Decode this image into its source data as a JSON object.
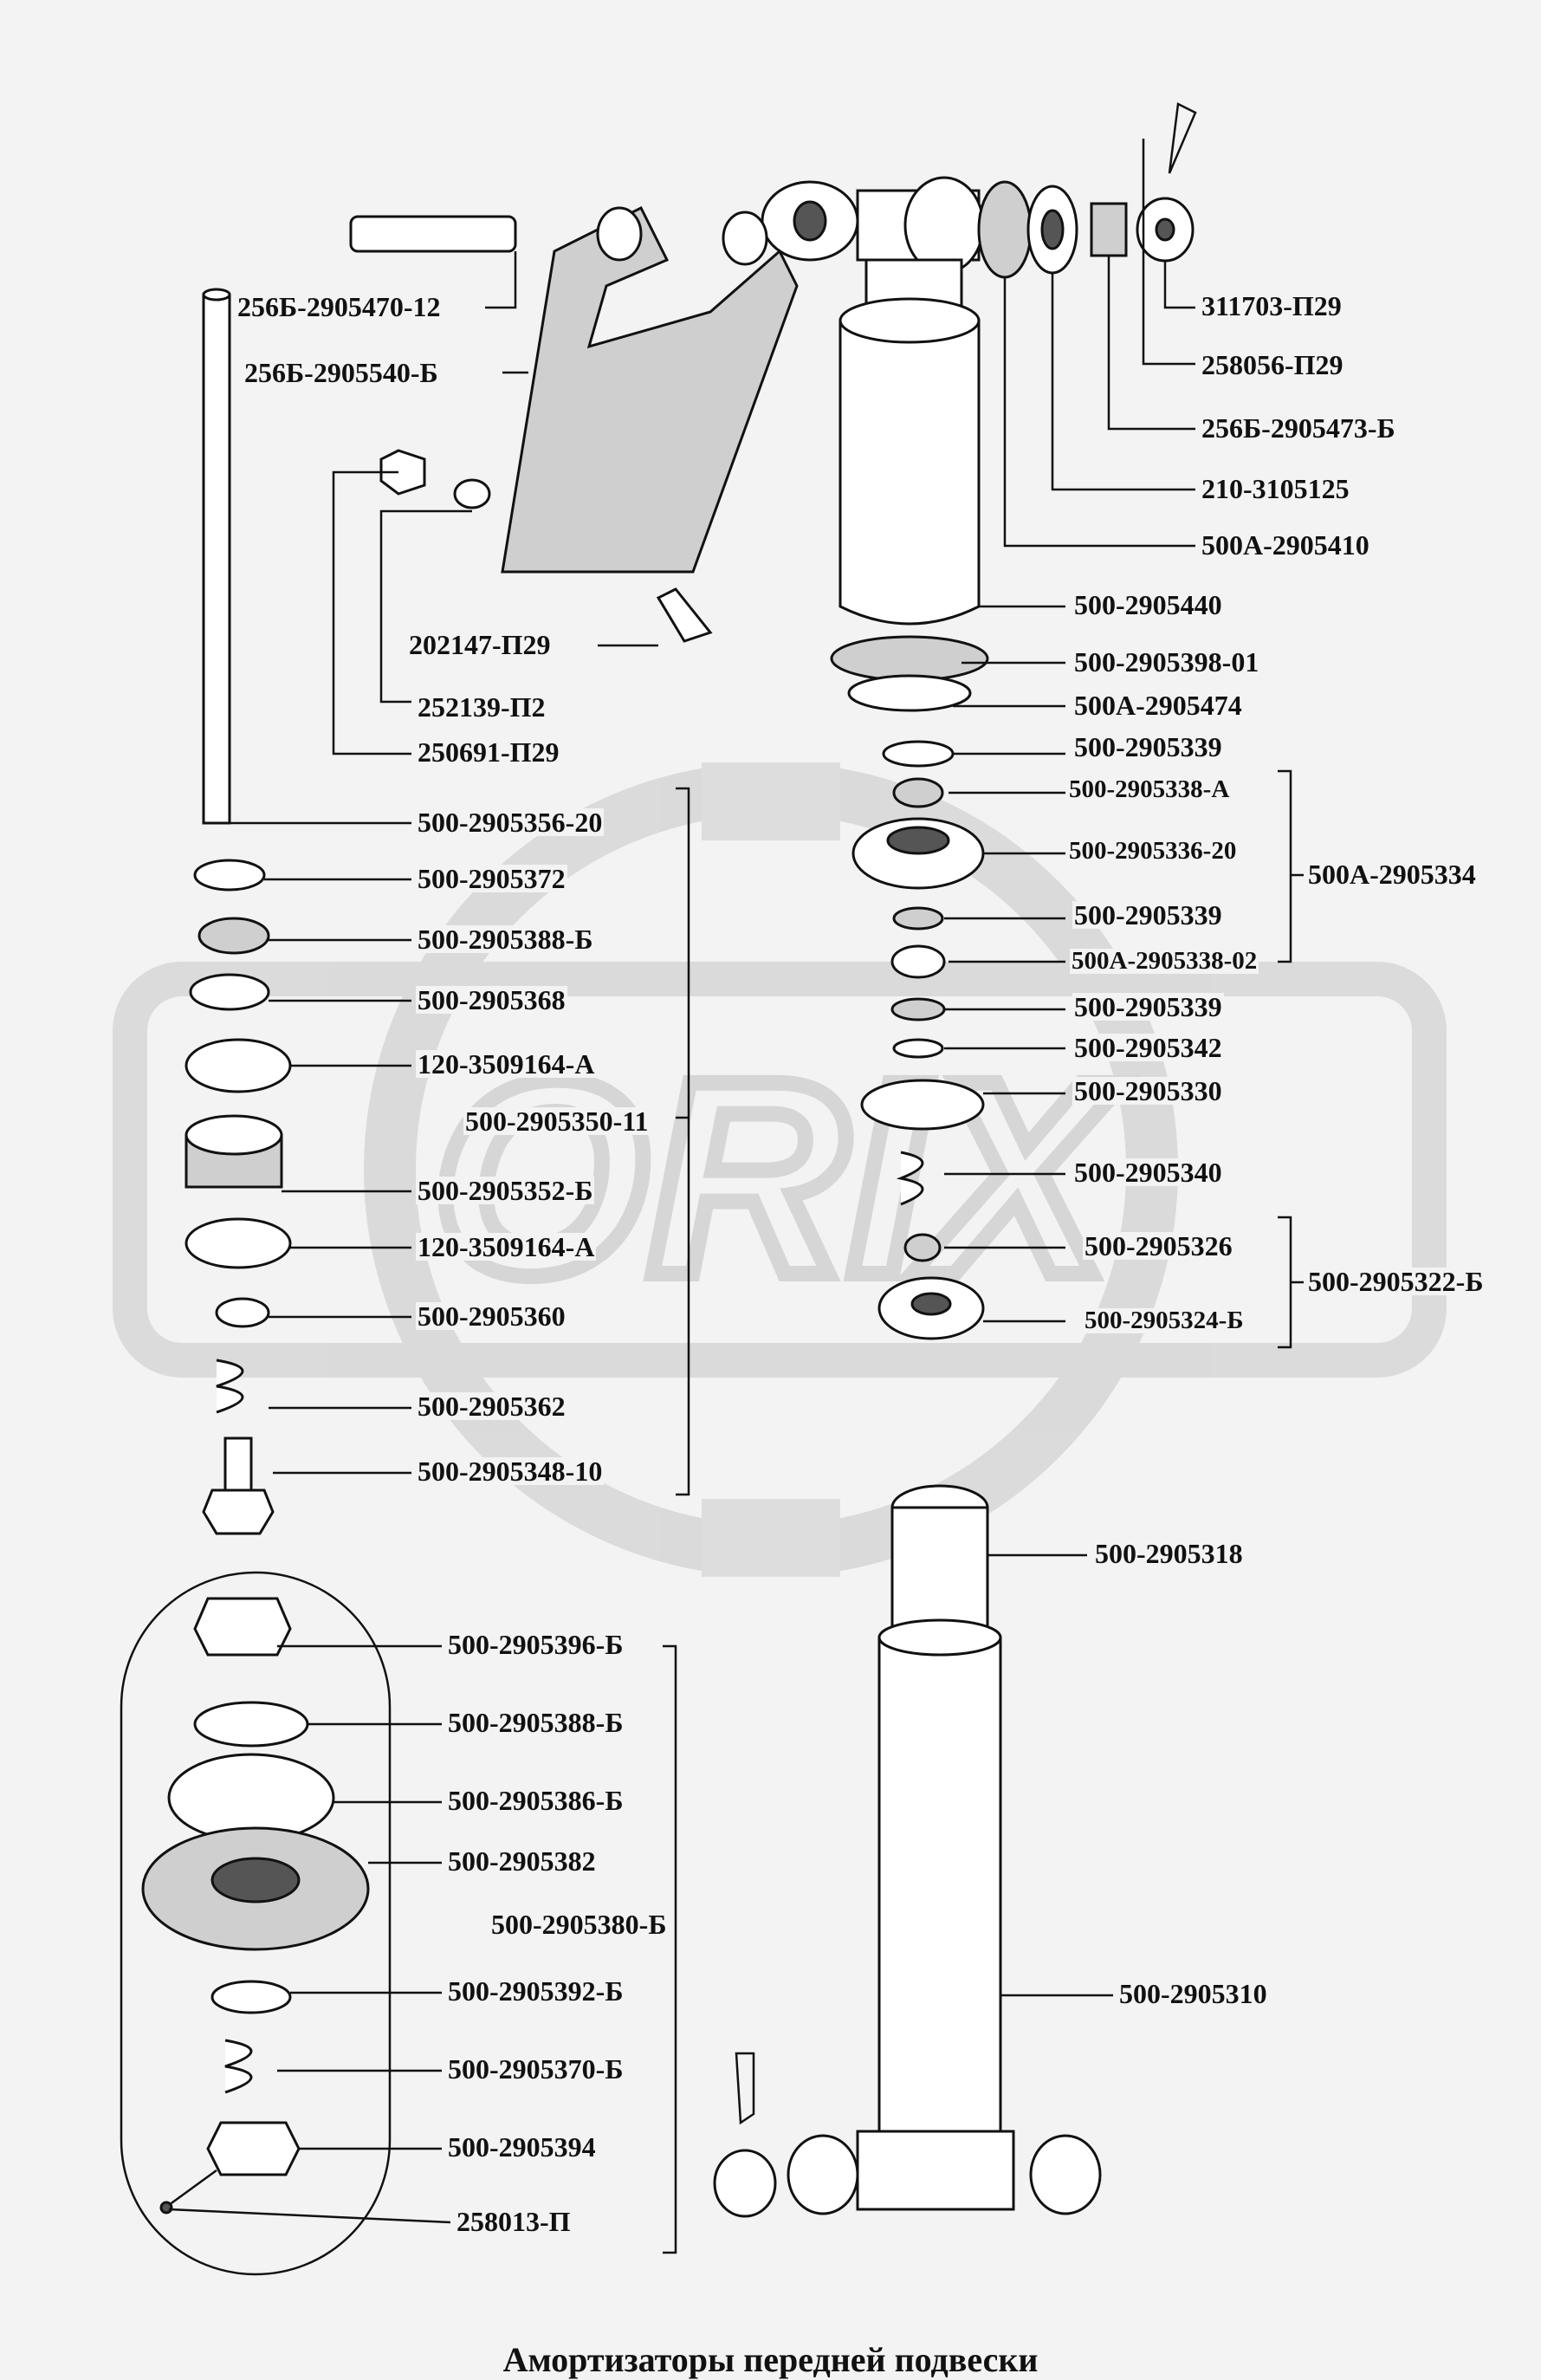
{
  "caption": "Амортизаторы передней подвески",
  "watermark": "ORIX",
  "colors": {
    "background": "#f3f3f3",
    "line": "#111111",
    "watermark": "#d6d6d6"
  },
  "labels": [
    {
      "id": "l01",
      "text": "311703-П29"
    },
    {
      "id": "l02",
      "text": "258056-П29"
    },
    {
      "id": "l03",
      "text": "256Б-2905473-Б"
    },
    {
      "id": "l04",
      "text": "210-3105125"
    },
    {
      "id": "l05",
      "text": "500А-2905410"
    },
    {
      "id": "l06",
      "text": "500-2905440"
    },
    {
      "id": "l07",
      "text": "500-2905398-01"
    },
    {
      "id": "l08",
      "text": "500А-2905474"
    },
    {
      "id": "l09",
      "text": "500-2905339"
    },
    {
      "id": "l10",
      "text": "500-2905338-А"
    },
    {
      "id": "l11",
      "text": "500-2905336-20"
    },
    {
      "id": "l12",
      "text": "500А-2905334"
    },
    {
      "id": "l13",
      "text": "500-2905339"
    },
    {
      "id": "l14",
      "text": "500А-2905338-02"
    },
    {
      "id": "l15",
      "text": "500-2905339"
    },
    {
      "id": "l16",
      "text": "500-2905342"
    },
    {
      "id": "l17",
      "text": "500-2905330"
    },
    {
      "id": "l18",
      "text": "500-2905340"
    },
    {
      "id": "l19",
      "text": "500-2905326"
    },
    {
      "id": "l20",
      "text": "500-2905322-Б"
    },
    {
      "id": "l21",
      "text": "500-2905324-Б"
    },
    {
      "id": "l22",
      "text": "500-2905318"
    },
    {
      "id": "l23",
      "text": "500-2905310"
    },
    {
      "id": "l24",
      "text": "256Б-2905470-12"
    },
    {
      "id": "l25",
      "text": "256Б-2905540-Б"
    },
    {
      "id": "l26",
      "text": "202147-П29"
    },
    {
      "id": "l27",
      "text": "252139-П2"
    },
    {
      "id": "l28",
      "text": "250691-П29"
    },
    {
      "id": "l29",
      "text": "500-2905356-20"
    },
    {
      "id": "l30",
      "text": "500-2905372"
    },
    {
      "id": "l31",
      "text": "500-2905388-Б"
    },
    {
      "id": "l32",
      "text": "500-2905368"
    },
    {
      "id": "l33",
      "text": "120-3509164-А"
    },
    {
      "id": "l34",
      "text": "500-2905350-11"
    },
    {
      "id": "l35",
      "text": "500-2905352-Б"
    },
    {
      "id": "l36",
      "text": "120-3509164-А"
    },
    {
      "id": "l37",
      "text": "500-2905360"
    },
    {
      "id": "l38",
      "text": "500-2905362"
    },
    {
      "id": "l39",
      "text": "500-2905348-10"
    },
    {
      "id": "l40",
      "text": "500-2905396-Б"
    },
    {
      "id": "l41",
      "text": "500-2905388-Б"
    },
    {
      "id": "l42",
      "text": "500-2905386-Б"
    },
    {
      "id": "l43",
      "text": "500-2905382"
    },
    {
      "id": "l44",
      "text": "500-2905380-Б"
    },
    {
      "id": "l45",
      "text": "500-2905392-Б"
    },
    {
      "id": "l46",
      "text": "500-2905370-Б"
    },
    {
      "id": "l47",
      "text": "500-2905394"
    },
    {
      "id": "l48",
      "text": "258013-П"
    }
  ]
}
